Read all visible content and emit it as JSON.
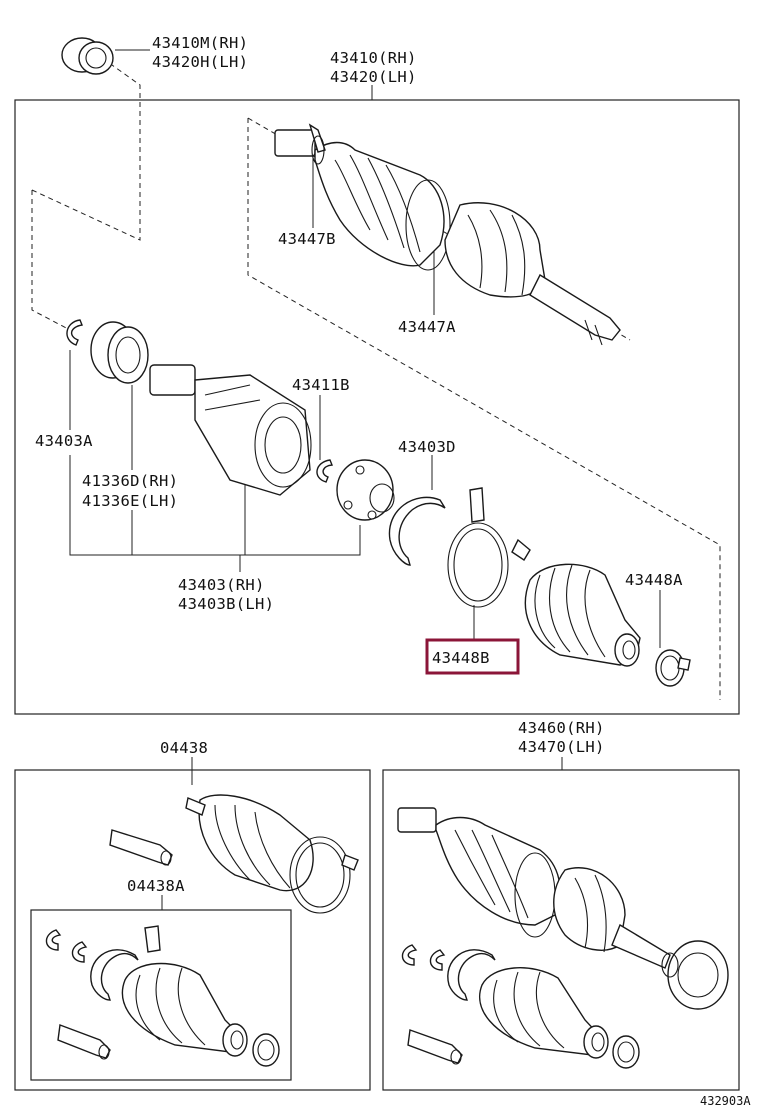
{
  "labels": {
    "p43410M": "43410M(RH)",
    "p43420H": "43420H(LH)",
    "p43410": "43410(RH)",
    "p43420": "43420(LH)",
    "p43447B": "43447B",
    "p43447A": "43447A",
    "p43411B": "43411B",
    "p43403A": "43403A",
    "p43403D": "43403D",
    "p41336D": "41336D(RH)",
    "p41336E": "41336E(LH)",
    "p43403RH": "43403(RH)",
    "p43403BLH": "43403B(LH)",
    "p43448A": "43448A",
    "p43448B": "43448B",
    "p04438": "04438",
    "p04438A": "04438A",
    "p43460": "43460(RH)",
    "p43470": "43470(LH)",
    "figure_code": "432903A"
  },
  "highlight": {
    "color": "#8b1538",
    "part": "43448B"
  }
}
